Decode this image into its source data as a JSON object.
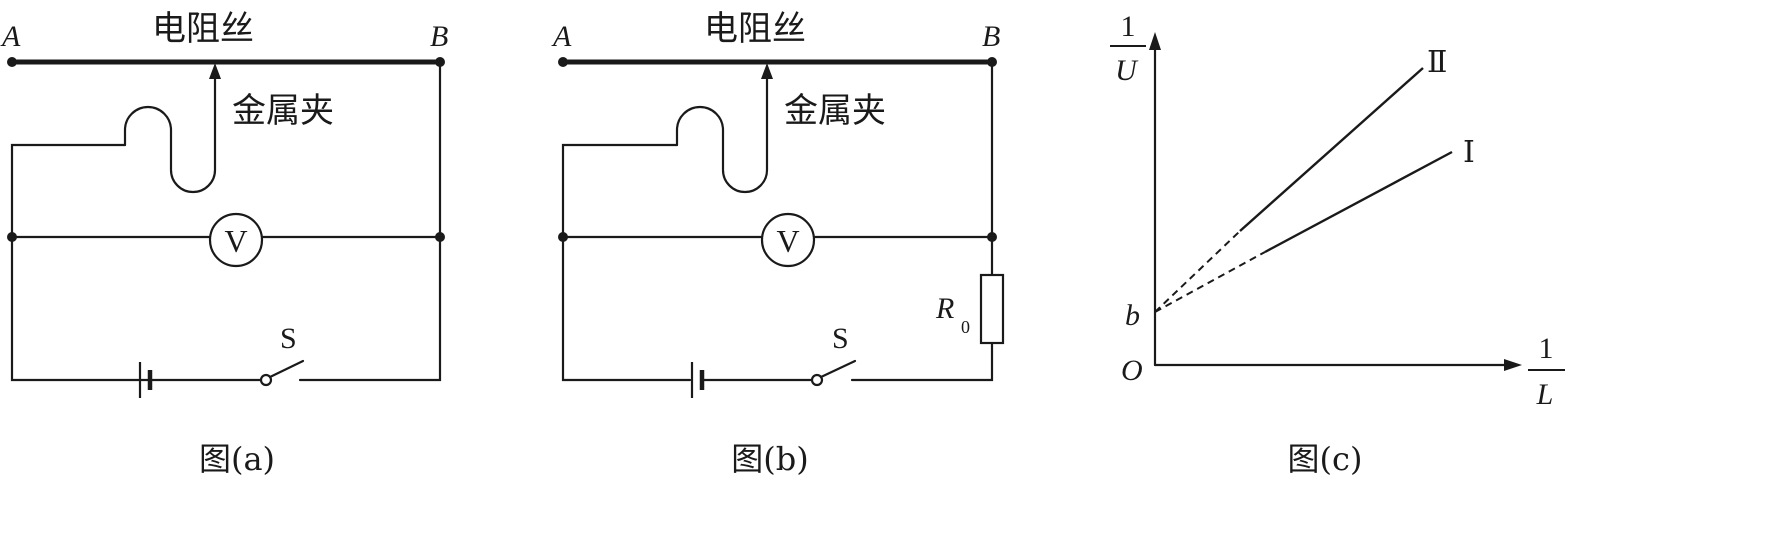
{
  "figure_a": {
    "point_a": "A",
    "point_b": "B",
    "wire_label": "电阻丝",
    "clip_label": "金属夹",
    "voltmeter": "V",
    "switch": "S",
    "caption": "图(a)"
  },
  "figure_b": {
    "point_a": "A",
    "point_b": "B",
    "wire_label": "电阻丝",
    "clip_label": "金属夹",
    "voltmeter": "V",
    "switch": "S",
    "resistor": "R",
    "resistor_sub": "0",
    "caption": "图(b)"
  },
  "figure_c": {
    "y_axis_num": "1",
    "y_axis_den": "U",
    "x_axis_num": "1",
    "x_axis_den": "L",
    "origin": "O",
    "intercept": "b",
    "line_1": "Ⅰ",
    "line_2": "Ⅱ",
    "caption": "图(c)"
  }
}
